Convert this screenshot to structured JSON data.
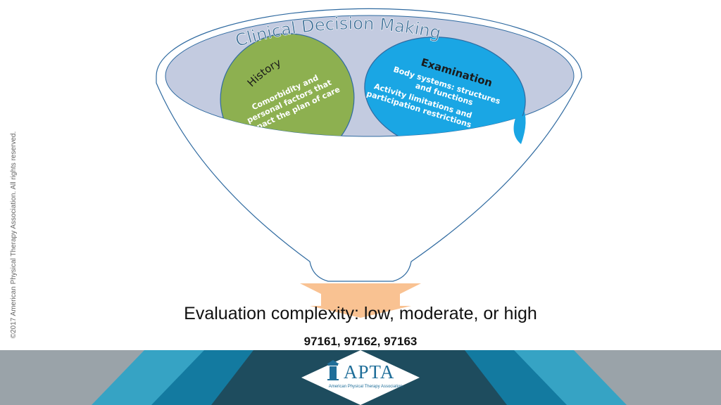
{
  "title": "Clinical Decision Making",
  "history": {
    "heading": "History",
    "body_lines": [
      "Comorbidity and",
      "personal factors that",
      "impact the plan of care"
    ]
  },
  "examination": {
    "heading": "Examination",
    "body_lines": [
      "Body systems: structures",
      "and functions",
      "Activity limitations and",
      "participation restrictions"
    ]
  },
  "evaluation": "Evaluation complexity: low, moderate, or high",
  "codes": "97161, 97162, 97163",
  "logo": {
    "name": "APTA",
    "subtitle": "American Physical Therapy Association."
  },
  "copyright": "©2017 American Physical Therapy Association. All rights reserved.",
  "colors": {
    "history_green": "#8db050",
    "exam_blue": "#1aa6e4",
    "funnel_outline": "#2f6aa0",
    "funnel_top": "#c3cbe0",
    "arrow_orange": "#f9c292",
    "band_gray": "#9aa3a9",
    "chevron_light": "#36a3c4",
    "chevron_mid": "#137aa0",
    "chevron_dark": "#1e4c5e"
  }
}
